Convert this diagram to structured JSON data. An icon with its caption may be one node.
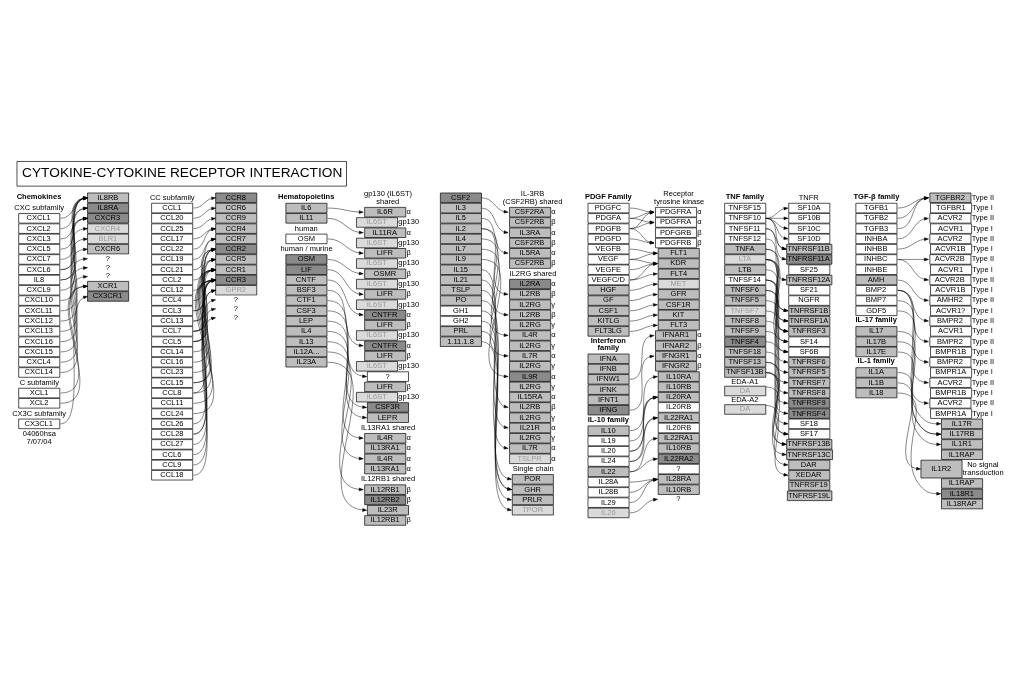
{
  "diagram": {
    "title": "CYTOKINE-CYTOKINE RECEPTOR INTERACTION",
    "nodes": [
      {
        "text": [
          "CXCL1"
        ]
      },
      {
        "text": [
          "CXCL2"
        ]
      },
      {
        "text": [
          "CXCL3"
        ]
      },
      {
        "text": [
          "CXCL5"
        ]
      },
      {
        "text": [
          "CXCL7"
        ]
      },
      {
        "text": [
          "CXCL6"
        ]
      },
      {
        "text": [
          "IL8"
        ]
      },
      {
        "text": [
          "CXCL9"
        ]
      },
      {
        "text": [
          "CXCL10"
        ]
      },
      {
        "text": [
          "CXCL11"
        ]
      },
      {
        "text": [
          "CXCL12"
        ]
      },
      {
        "text": [
          "CXCL13"
        ]
      },
      {
        "text": [
          "CXCL16"
        ]
      },
      {
        "text": [
          "CXCL15"
        ]
      },
      {
        "text": [
          "CXCL4"
        ]
      },
      {
        "text": [
          "CXCL14"
        ]
      },
      {
        "text": [
          "XCL1"
        ]
      },
      {
        "text": [
          "XCL2"
        ]
      },
      {
        "text": [
          "CX3CL1"
        ]
      },
      {
        "text": [
          "IL8RB"
        ]
      },
      {
        "text": [
          "IL8RA"
        ]
      },
      {
        "text": [
          "CXCR3"
        ]
      },
      {
        "text": [
          "CXCR4"
        ]
      },
      {
        "text": [
          "BLR1"
        ]
      },
      {
        "text": [
          "CXCR6"
        ]
      },
      {
        "text": [
          "?"
        ]
      },
      {
        "text": [
          "?"
        ]
      },
      {
        "text": [
          "?"
        ]
      },
      {
        "text": [
          "XCR1"
        ]
      },
      {
        "text": [
          "CX3CR1"
        ]
      },
      {
        "text": [
          "CCL1"
        ]
      },
      {
        "text": [
          "CCL20"
        ]
      },
      {
        "text": [
          "CCL25"
        ]
      },
      {
        "text": [
          "CCL17"
        ]
      },
      {
        "text": [
          "CCL22"
        ]
      },
      {
        "text": [
          "CCL19"
        ]
      },
      {
        "text": [
          "CCL21"
        ]
      },
      {
        "text": [
          "CCL2"
        ]
      },
      {
        "text": [
          "CCL12"
        ]
      },
      {
        "text": [
          "CCL4"
        ]
      },
      {
        "text": [
          "CCL3"
        ]
      },
      {
        "text": [
          "CCL13"
        ]
      },
      {
        "text": [
          "CCL7"
        ]
      },
      {
        "text": [
          "CCL5"
        ]
      },
      {
        "text": [
          "CCL14"
        ]
      },
      {
        "text": [
          "CCL16"
        ]
      },
      {
        "text": [
          "CCL23"
        ]
      },
      {
        "text": [
          "CCL15"
        ]
      },
      {
        "text": [
          "CCL8"
        ]
      },
      {
        "text": [
          "CCL11"
        ]
      },
      {
        "text": [
          "CCL24"
        ]
      },
      {
        "text": [
          "CCL26"
        ]
      },
      {
        "text": [
          "CCL28"
        ]
      },
      {
        "text": [
          "CCL27"
        ]
      },
      {
        "text": [
          "CCL6"
        ]
      },
      {
        "text": [
          "CCL9"
        ]
      },
      {
        "text": [
          "CCL18"
        ]
      },
      {
        "text": [
          "CCR8"
        ]
      },
      {
        "text": [
          "CCR6"
        ]
      },
      {
        "text": [
          "CCR9"
        ]
      },
      {
        "text": [
          "CCR4"
        ]
      },
      {
        "text": [
          "CCR7"
        ]
      },
      {
        "text": [
          "CCR2"
        ]
      },
      {
        "text": [
          "CCR5"
        ]
      },
      {
        "text": [
          "CCR1"
        ]
      },
      {
        "text": [
          "CCR3"
        ]
      },
      {
        "text": [
          "GPR2"
        ]
      },
      {
        "text": [
          "?"
        ]
      },
      {
        "text": [
          "?"
        ]
      },
      {
        "text": [
          "?"
        ]
      },
      {
        "text": [
          "IL6"
        ]
      },
      {
        "text": [
          "IL11"
        ]
      },
      {
        "text": [
          "OSM"
        ]
      },
      {
        "text": [
          "OSM"
        ]
      },
      {
        "text": [
          "LIF"
        ]
      },
      {
        "text": [
          "CNTF"
        ]
      },
      {
        "text": [
          "BSF3"
        ]
      },
      {
        "text": [
          "CTF1"
        ]
      },
      {
        "text": [
          "CSF3"
        ]
      },
      {
        "text": [
          "LEP"
        ]
      },
      {
        "text": [
          "IL4"
        ]
      },
      {
        "text": [
          "IL13"
        ]
      },
      {
        "text": [
          "IL12A..."
        ]
      },
      {
        "text": [
          "IL23A"
        ]
      },
      {
        "text": [
          "IL6R"
        ],
        "beside": [
          "α"
        ]
      },
      {
        "text": [
          "IL6ST"
        ],
        "beside": [
          "gp130"
        ]
      },
      {
        "text": [
          "IL11RA"
        ],
        "beside": [
          "α"
        ]
      },
      {
        "text": [
          "IL6ST"
        ],
        "beside": [
          "gp130"
        ]
      },
      {
        "text": [
          "LIFR"
        ],
        "beside": [
          "β"
        ]
      },
      {
        "text": [
          "IL6ST"
        ],
        "beside": [
          "gp130"
        ]
      },
      {
        "text": [
          "OSMR"
        ],
        "beside": [
          "β"
        ]
      },
      {
        "text": [
          "IL6ST"
        ],
        "beside": [
          "gp130"
        ]
      },
      {
        "text": [
          "LIFR"
        ],
        "beside": [
          "β"
        ]
      },
      {
        "text": [
          "IL6ST"
        ],
        "beside": [
          "gp130"
        ]
      },
      {
        "text": [
          "CNTFR"
        ],
        "beside": [
          "α"
        ]
      },
      {
        "text": [
          "LIFR"
        ],
        "beside": [
          "β"
        ]
      },
      {
        "text": [
          "IL6ST"
        ],
        "beside": [
          "gp130"
        ]
      },
      {
        "text": [
          "CNTFR"
        ],
        "beside": [
          "α"
        ]
      },
      {
        "text": [
          "LIFR"
        ],
        "beside": [
          "β"
        ]
      },
      {
        "text": [
          "IL6ST"
        ],
        "beside": [
          "gp130"
        ]
      },
      {
        "text": [
          "?"
        ]
      },
      {
        "text": [
          "LIFR"
        ],
        "beside": [
          "β"
        ]
      },
      {
        "text": [
          "IL6ST"
        ],
        "beside": [
          "gp130"
        ]
      },
      {
        "text": [
          "CSF3R"
        ]
      },
      {
        "text": [
          "LEPR"
        ]
      },
      {
        "text": [
          "IL4R"
        ],
        "beside": [
          "α"
        ]
      },
      {
        "text": [
          "IL13RA1"
        ],
        "beside": [
          "α"
        ]
      },
      {
        "text": [
          "IL4R"
        ],
        "beside": [
          "α"
        ]
      },
      {
        "text": [
          "IL13RA1"
        ],
        "beside": [
          "α"
        ]
      },
      {
        "text": [
          "IL12RB1"
        ],
        "beside": [
          "β"
        ]
      },
      {
        "text": [
          "IL12RB2"
        ],
        "beside": [
          "β"
        ]
      },
      {
        "text": [
          "IL23R"
        ]
      },
      {
        "text": [
          "IL12RB1"
        ],
        "beside": [
          "β"
        ]
      },
      {
        "text": [
          "CSF2"
        ]
      },
      {
        "text": [
          "IL3"
        ]
      },
      {
        "text": [
          "IL5"
        ]
      },
      {
        "text": [
          "IL2"
        ]
      },
      {
        "text": [
          "IL4"
        ]
      },
      {
        "text": [
          "IL7"
        ]
      },
      {
        "text": [
          "IL9"
        ]
      },
      {
        "text": [
          "IL15"
        ]
      },
      {
        "text": [
          "IL21"
        ]
      },
      {
        "text": [
          "TSLP"
        ]
      },
      {
        "text": [
          "PO"
        ]
      },
      {
        "text": [
          "GH1"
        ]
      },
      {
        "text": [
          "GH2"
        ]
      },
      {
        "text": [
          "PRL"
        ]
      },
      {
        "text": [
          "1.11.1.8"
        ]
      },
      {
        "text": [
          "CSF2RA"
        ],
        "beside": [
          "α"
        ]
      },
      {
        "text": [
          "CSF2RB"
        ],
        "beside": [
          "β"
        ]
      },
      {
        "text": [
          "IL3RA"
        ],
        "beside": [
          "α"
        ]
      },
      {
        "text": [
          "CSF2RB"
        ],
        "beside": [
          "β"
        ]
      },
      {
        "text": [
          "IL5RA"
        ],
        "beside": [
          "α"
        ]
      },
      {
        "text": [
          "CSF2RB"
        ],
        "beside": [
          "β"
        ]
      },
      {
        "text": [
          "IL2RA"
        ],
        "beside": [
          "α"
        ]
      },
      {
        "text": [
          "IL2RB"
        ],
        "beside": [
          "β"
        ]
      },
      {
        "text": [
          "IL2RG"
        ],
        "beside": [
          "γ"
        ]
      },
      {
        "text": [
          "IL2RB"
        ],
        "beside": [
          "β"
        ]
      },
      {
        "text": [
          "IL2RG"
        ],
        "beside": [
          "γ"
        ]
      },
      {
        "text": [
          "IL4R"
        ],
        "beside": [
          "α"
        ]
      },
      {
        "text": [
          "IL2RG"
        ],
        "beside": [
          "γ"
        ]
      },
      {
        "text": [
          "IL7R"
        ],
        "beside": [
          "α"
        ]
      },
      {
        "text": [
          "IL2RG"
        ],
        "beside": [
          "γ"
        ]
      },
      {
        "text": [
          "IL9R"
        ],
        "beside": [
          "α"
        ]
      },
      {
        "text": [
          "IL2RG"
        ],
        "beside": [
          "γ"
        ]
      },
      {
        "text": [
          "IL15RA"
        ],
        "beside": [
          "α"
        ]
      },
      {
        "text": [
          "IL2RB"
        ],
        "beside": [
          "β"
        ]
      },
      {
        "text": [
          "IL2RG"
        ],
        "beside": [
          "γ"
        ]
      },
      {
        "text": [
          "IL21R"
        ],
        "beside": [
          "α"
        ]
      },
      {
        "text": [
          "IL2RG"
        ],
        "beside": [
          "γ"
        ]
      },
      {
        "text": [
          "IL7R"
        ],
        "beside": [
          "α"
        ]
      },
      {
        "text": [
          "TSLPR"
        ],
        "beside": [
          "α"
        ]
      },
      {
        "text": [
          "POR"
        ]
      },
      {
        "text": [
          "GHR"
        ]
      },
      {
        "text": [
          "PRLR"
        ]
      },
      {
        "text": [
          "TPOR"
        ]
      },
      {
        "text": [
          "PDGFC"
        ]
      },
      {
        "text": [
          "PDGFA"
        ]
      },
      {
        "text": [
          "PDGFB"
        ]
      },
      {
        "text": [
          "PDGFD"
        ]
      },
      {
        "text": [
          "VEGFB"
        ]
      },
      {
        "text": [
          "VEGF"
        ]
      },
      {
        "text": [
          "VEGFE"
        ]
      },
      {
        "text": [
          "VEGFC/D"
        ]
      },
      {
        "text": [
          "HGF"
        ]
      },
      {
        "text": [
          "GF"
        ]
      },
      {
        "text": [
          "CSF1"
        ]
      },
      {
        "text": [
          "KITLG"
        ]
      },
      {
        "text": [
          "FLT3LG"
        ]
      },
      {
        "text": [
          "IFNA"
        ]
      },
      {
        "text": [
          "IFNB"
        ]
      },
      {
        "text": [
          "IFNW1"
        ]
      },
      {
        "text": [
          "IFNK"
        ]
      },
      {
        "text": [
          "IFNT1"
        ]
      },
      {
        "text": [
          "IFNG"
        ]
      },
      {
        "text": [
          "IL10"
        ]
      },
      {
        "text": [
          "IL19"
        ]
      },
      {
        "text": [
          "IL20"
        ]
      },
      {
        "text": [
          "IL24"
        ]
      },
      {
        "text": [
          "IL22"
        ]
      },
      {
        "text": [
          "IL28A"
        ]
      },
      {
        "text": [
          "IL28B"
        ]
      },
      {
        "text": [
          "IL29"
        ]
      },
      {
        "text": [
          "IL26"
        ]
      },
      {
        "text": [
          "PDGFRA"
        ],
        "beside": [
          "α"
        ]
      },
      {
        "text": [
          "PDGFRA"
        ],
        "beside": [
          "α"
        ]
      },
      {
        "text": [
          "PDFGRB"
        ],
        "beside": [
          "β"
        ]
      },
      {
        "text": [
          "PDGFRB"
        ],
        "beside": [
          "β"
        ]
      },
      {
        "text": [
          "FLT1"
        ]
      },
      {
        "text": [
          "KDR"
        ]
      },
      {
        "text": [
          "FLT4"
        ]
      },
      {
        "text": [
          "MET"
        ]
      },
      {
        "text": [
          "GFR"
        ]
      },
      {
        "text": [
          "CSF1R"
        ]
      },
      {
        "text": [
          "KIT"
        ]
      },
      {
        "text": [
          "FLT3"
        ]
      },
      {
        "text": [
          "IFNAR1"
        ],
        "beside": [
          "α"
        ]
      },
      {
        "text": [
          "IFNAR2"
        ],
        "beside": [
          "β"
        ]
      },
      {
        "text": [
          "IFNGR1"
        ],
        "beside": [
          "α"
        ]
      },
      {
        "text": [
          "IFNGR2"
        ],
        "beside": [
          "β"
        ]
      },
      {
        "text": [
          "IL10RA"
        ]
      },
      {
        "text": [
          "IL10RB"
        ]
      },
      {
        "text": [
          "IL20RA"
        ]
      },
      {
        "text": [
          "IL20RB"
        ]
      },
      {
        "text": [
          "IL22RA1"
        ]
      },
      {
        "text": [
          "IL20RB"
        ]
      },
      {
        "text": [
          "IL22RA1"
        ]
      },
      {
        "text": [
          "IL10RB"
        ]
      },
      {
        "text": [
          "IL22RA2"
        ]
      },
      {
        "text": [
          "?"
        ]
      },
      {
        "text": [
          "IL28RA"
        ]
      },
      {
        "text": [
          "IL10RB"
        ]
      },
      {
        "text": [
          "?"
        ]
      },
      {
        "text": [
          "TNFSF15"
        ]
      },
      {
        "text": [
          "TNFSF10"
        ]
      },
      {
        "text": [
          "TNFSF11"
        ]
      },
      {
        "text": [
          "TNFSF12"
        ]
      },
      {
        "text": [
          "TNFA"
        ]
      },
      {
        "text": [
          "LTA"
        ]
      },
      {
        "text": [
          "LTB"
        ]
      },
      {
        "text": [
          "TNFSF14"
        ]
      },
      {
        "text": [
          "TNFSF6"
        ]
      },
      {
        "text": [
          "TNFSF5"
        ]
      },
      {
        "text": [
          "TNFSF7"
        ]
      },
      {
        "text": [
          "TNFSF8"
        ]
      },
      {
        "text": [
          "TNFSF9"
        ]
      },
      {
        "text": [
          "TNFSF4"
        ]
      },
      {
        "text": [
          "TNFSF18"
        ]
      },
      {
        "text": [
          "TNFSF13"
        ]
      },
      {
        "text": [
          "TNFSF13B"
        ]
      },
      {
        "text": [
          "DA"
        ],
        "beside": [
          "EDA-A1"
        ]
      },
      {
        "text": [
          "DA"
        ],
        "beside": [
          "EDA-A2"
        ]
      },
      {
        "text": [
          "SF10A"
        ]
      },
      {
        "text": [
          "SF10B"
        ]
      },
      {
        "text": [
          "SF10C"
        ]
      },
      {
        "text": [
          "SF10D"
        ]
      },
      {
        "text": [
          "TNFRSF11B"
        ]
      },
      {
        "text": [
          "TNFRSF11A"
        ]
      },
      {
        "text": [
          "SF25"
        ]
      },
      {
        "text": [
          "TNFRSF12A"
        ]
      },
      {
        "text": [
          "SF21"
        ]
      },
      {
        "text": [
          "NGFR"
        ]
      },
      {
        "text": [
          "TNFRSF1B"
        ]
      },
      {
        "text": [
          "TNFRSF1A"
        ]
      },
      {
        "text": [
          "TNFRSF3"
        ]
      },
      {
        "text": [
          "SF14"
        ]
      },
      {
        "text": [
          "SF6B"
        ]
      },
      {
        "text": [
          "TNFRSF6"
        ]
      },
      {
        "text": [
          "TNFRSF5"
        ]
      },
      {
        "text": [
          "TNFRSF7"
        ]
      },
      {
        "text": [
          "TNFRSF8"
        ]
      },
      {
        "text": [
          "TNFRSF9"
        ]
      },
      {
        "text": [
          "TNFRSF4"
        ]
      },
      {
        "text": [
          "SF18"
        ]
      },
      {
        "text": [
          "SF17"
        ]
      },
      {
        "text": [
          "TNFRSF13B"
        ]
      },
      {
        "text": [
          "TNFRSF13C"
        ]
      },
      {
        "text": [
          "DAR"
        ]
      },
      {
        "text": [
          "XEDAR"
        ]
      },
      {
        "text": [
          "TNFRSF19"
        ]
      },
      {
        "text": [
          "TNFRSF19L"
        ]
      },
      {
        "text": [
          "TGFB1"
        ]
      },
      {
        "text": [
          "TGFB2"
        ]
      },
      {
        "text": [
          "TGFB3"
        ]
      },
      {
        "text": [
          "INHBA"
        ]
      },
      {
        "text": [
          "INHBB"
        ]
      },
      {
        "text": [
          "INHBC"
        ]
      },
      {
        "text": [
          "INHBE"
        ]
      },
      {
        "text": [
          "AMH"
        ]
      },
      {
        "text": [
          "BMP2"
        ]
      },
      {
        "text": [
          "BMP7"
        ]
      },
      {
        "text": [
          "GDF5"
        ]
      },
      {
        "text": [
          "IL17"
        ]
      },
      {
        "text": [
          "IL17B"
        ]
      },
      {
        "text": [
          "IL17E"
        ]
      },
      {
        "text": [
          "IL1A"
        ]
      },
      {
        "text": [
          "IL1B"
        ]
      },
      {
        "text": [
          "IL18"
        ]
      },
      {
        "text": [
          "TGFBR2"
        ],
        "beside": [
          "Type II"
        ]
      },
      {
        "text": [
          "TGFBR1"
        ],
        "beside": [
          "Type I"
        ]
      },
      {
        "text": [
          "ACVR2"
        ],
        "beside": [
          "Type II"
        ]
      },
      {
        "text": [
          "ACVR1"
        ],
        "beside": [
          "Type I"
        ]
      },
      {
        "text": [
          "ACVR2"
        ],
        "beside": [
          "Type II"
        ]
      },
      {
        "text": [
          "ACVR1B"
        ],
        "beside": [
          "Type I"
        ]
      },
      {
        "text": [
          "ACVR2B"
        ],
        "beside": [
          "Type II"
        ]
      },
      {
        "text": [
          "ACVR1"
        ],
        "beside": [
          "Type I"
        ]
      },
      {
        "text": [
          "ACVR2B"
        ],
        "beside": [
          "Type II"
        ]
      },
      {
        "text": [
          "ACVR1B"
        ],
        "beside": [
          "Type I"
        ]
      },
      {
        "text": [
          "AMHR2"
        ],
        "beside": [
          "Type II"
        ]
      },
      {
        "text": [
          "ACVR1?"
        ],
        "beside": [
          "Type I"
        ]
      },
      {
        "text": [
          "BMPR2"
        ],
        "beside": [
          "Type II"
        ]
      },
      {
        "text": [
          "ACVR1"
        ],
        "beside": [
          "Type I"
        ]
      },
      {
        "text": [
          "BMPR2"
        ],
        "beside": [
          "Type II"
        ]
      },
      {
        "text": [
          "BMPR1B"
        ],
        "beside": [
          "Type I"
        ]
      },
      {
        "text": [
          "BMPR2"
        ],
        "beside": [
          "Type II"
        ]
      },
      {
        "text": [
          "BMPR1A"
        ],
        "beside": [
          "Type I"
        ]
      },
      {
        "text": [
          "ACVR2"
        ],
        "beside": [
          "Type II"
        ]
      },
      {
        "text": [
          "BMPR1B"
        ],
        "beside": [
          "Type I"
        ]
      },
      {
        "text": [
          "ACVR2"
        ],
        "beside": [
          "Type II"
        ]
      },
      {
        "text": [
          "BMPR1A"
        ],
        "beside": [
          "Type I"
        ]
      },
      {
        "text": [
          "IL17R"
        ]
      },
      {
        "text": [
          "IL17RB"
        ]
      },
      {
        "text": [
          "IL1R1"
        ]
      },
      {
        "text": [
          "IL1RAP"
        ]
      },
      {
        "text": [
          "IL1R2"
        ],
        "beside": [
          "No signal transduction"
        ]
      },
      {
        "text": [
          "IL1RAP"
        ]
      },
      {
        "text": [
          "IL18R1"
        ]
      },
      {
        "text": [
          "IL18RAP"
        ]
      }
    ],
    "edges": [
      {
        "from": 0,
        "to": 19,
        "arrow": "to"
      },
      {
        "from": 1,
        "to": 19,
        "arrow": "to"
      },
      {
        "from": 2,
        "to": 19,
        "arrow": "to"
      },
      {
        "from": 3,
        "to": 19,
        "arrow": "to"
      },
      {
        "from": 4,
        "to": 19,
        "arrow": "to"
      },
      {
        "from": 5,
        "to": 19,
        "arrow": "to"
      },
      {
        "from": 6,
        "to": 19,
        "arrow": "to"
      },
      {
        "from": 5,
        "to": 20,
        "arrow": "to"
      },
      {
        "from": 6,
        "to": 20,
        "arrow": "to"
      },
      {
        "from": 7,
        "to": 21,
        "arrow": "to"
      },
      {
        "from": 8,
        "to": 21,
        "arrow": "to"
      },
      {
        "from": 9,
        "to": 21,
        "arrow": "to"
      },
      {
        "from": 10,
        "to": 22,
        "arrow": "to"
      },
      {
        "from": 11,
        "to": 23,
        "arrow": "to"
      },
      {
        "from": 12,
        "to": 24,
        "arrow": "to"
      },
      {
        "from": 13,
        "to": 25,
        "arrow": "to"
      },
      {
        "from": 14,
        "to": 26,
        "arrow": "to"
      },
      {
        "from": 15,
        "to": 27,
        "arrow": "to"
      },
      {
        "from": 16,
        "to": 28,
        "arrow": "to"
      },
      {
        "from": 17,
        "to": 28,
        "arrow": "to"
      },
      {
        "from": 18,
        "to": 29,
        "arrow": "to"
      },
      {
        "from": 30,
        "to": 57,
        "arrow": "to"
      },
      {
        "from": 31,
        "to": 58,
        "arrow": "to"
      },
      {
        "from": 32,
        "to": 59,
        "arrow": "to"
      },
      {
        "from": 33,
        "to": 60,
        "arrow": "to"
      },
      {
        "from": 34,
        "to": 60,
        "arrow": "to"
      },
      {
        "from": 35,
        "to": 61,
        "arrow": "to"
      },
      {
        "from": 36,
        "to": 61,
        "arrow": "to"
      },
      {
        "from": 37,
        "to": 62,
        "arrow": "to"
      },
      {
        "from": 38,
        "to": 62,
        "arrow": "to"
      },
      {
        "from": 41,
        "to": 62,
        "arrow": "to"
      },
      {
        "from": 42,
        "to": 62,
        "arrow": "to"
      },
      {
        "from": 48,
        "to": 62,
        "arrow": "to"
      },
      {
        "from": 39,
        "to": 63,
        "arrow": "to"
      },
      {
        "from": 40,
        "to": 63,
        "arrow": "to"
      },
      {
        "from": 43,
        "to": 63,
        "arrow": "to"
      },
      {
        "from": 40,
        "to": 64,
        "arrow": "to"
      },
      {
        "from": 42,
        "to": 64,
        "arrow": "to"
      },
      {
        "from": 43,
        "to": 64,
        "arrow": "to"
      },
      {
        "from": 44,
        "to": 64,
        "arrow": "to"
      },
      {
        "from": 45,
        "to": 64,
        "arrow": "to"
      },
      {
        "from": 46,
        "to": 64,
        "arrow": "to"
      },
      {
        "from": 47,
        "to": 64,
        "arrow": "to"
      },
      {
        "from": 41,
        "to": 65,
        "arrow": "to"
      },
      {
        "from": 42,
        "to": 65,
        "arrow": "to"
      },
      {
        "from": 43,
        "to": 65,
        "arrow": "to"
      },
      {
        "from": 47,
        "to": 65,
        "arrow": "to"
      },
      {
        "from": 48,
        "to": 65,
        "arrow": "to"
      },
      {
        "from": 49,
        "to": 65,
        "arrow": "to"
      },
      {
        "from": 50,
        "to": 65,
        "arrow": "to"
      },
      {
        "from": 51,
        "to": 65,
        "arrow": "to"
      },
      {
        "from": 52,
        "to": 65,
        "arrow": "to"
      },
      {
        "from": 52,
        "to": 66,
        "arrow": "to"
      },
      {
        "from": 53,
        "to": 66,
        "arrow": "to"
      },
      {
        "from": 54,
        "to": 67,
        "arrow": "to"
      },
      {
        "from": 55,
        "to": 68,
        "arrow": "to"
      },
      {
        "from": 56,
        "to": 69,
        "arrow": "to"
      },
      {
        "from": 70,
        "to": 84,
        "arrow": "to"
      },
      {
        "from": 71,
        "to": 86,
        "arrow": "to"
      },
      {
        "from": 72,
        "to": 88,
        "arrow": "to"
      },
      {
        "from": 73,
        "to": 90,
        "arrow": "to"
      },
      {
        "from": 74,
        "to": 92,
        "arrow": "to"
      },
      {
        "from": 75,
        "to": 94,
        "arrow": "to"
      },
      {
        "from": 76,
        "to": 97,
        "arrow": "to"
      },
      {
        "from": 77,
        "to": 100,
        "arrow": "to"
      },
      {
        "from": 78,
        "to": 103,
        "arrow": "to"
      },
      {
        "from": 79,
        "to": 104,
        "arrow": "to"
      },
      {
        "from": 80,
        "to": 105,
        "arrow": "to"
      },
      {
        "from": 81,
        "to": 107,
        "arrow": "to"
      },
      {
        "from": 82,
        "to": 109,
        "arrow": "to"
      },
      {
        "from": 83,
        "to": 111,
        "arrow": "to"
      },
      {
        "from": 113,
        "to": 128,
        "arrow": "to"
      },
      {
        "from": 114,
        "to": 130,
        "arrow": "to"
      },
      {
        "from": 115,
        "to": 132,
        "arrow": "to"
      },
      {
        "from": 116,
        "to": 135,
        "arrow": "to"
      },
      {
        "from": 116,
        "to": 137,
        "arrow": "to"
      },
      {
        "from": 117,
        "to": 139,
        "arrow": "to"
      },
      {
        "from": 118,
        "to": 141,
        "arrow": "to"
      },
      {
        "from": 119,
        "to": 143,
        "arrow": "to"
      },
      {
        "from": 120,
        "to": 146,
        "arrow": "to"
      },
      {
        "from": 121,
        "to": 148,
        "arrow": "to"
      },
      {
        "from": 122,
        "to": 150,
        "arrow": "to"
      },
      {
        "from": 123,
        "to": 152,
        "arrow": "to"
      },
      {
        "from": 124,
        "to": 153,
        "arrow": "to"
      },
      {
        "from": 125,
        "to": 153,
        "arrow": "to"
      },
      {
        "from": 126,
        "to": 154,
        "arrow": "to"
      },
      {
        "from": 127,
        "to": 155,
        "arrow": "to"
      },
      {
        "from": 156,
        "to": 184,
        "arrow": "to"
      },
      {
        "from": 157,
        "to": 184,
        "arrow": "to"
      },
      {
        "from": 157,
        "to": 185,
        "arrow": "to"
      },
      {
        "from": 158,
        "to": 184,
        "arrow": "to"
      },
      {
        "from": 158,
        "to": 185,
        "arrow": "to"
      },
      {
        "from": 158,
        "to": 187,
        "arrow": "to"
      },
      {
        "from": 159,
        "to": 187,
        "arrow": "to"
      },
      {
        "from": 160,
        "to": 188,
        "arrow": "to"
      },
      {
        "from": 161,
        "to": 188,
        "arrow": "to"
      },
      {
        "from": 161,
        "to": 189,
        "arrow": "to"
      },
      {
        "from": 162,
        "to": 189,
        "arrow": "to"
      },
      {
        "from": 163,
        "to": 189,
        "arrow": "to"
      },
      {
        "from": 163,
        "to": 190,
        "arrow": "to"
      },
      {
        "from": 164,
        "to": 191,
        "arrow": "to"
      },
      {
        "from": 165,
        "to": 192,
        "arrow": "to"
      },
      {
        "from": 166,
        "to": 193,
        "arrow": "to"
      },
      {
        "from": 167,
        "to": 194,
        "arrow": "to"
      },
      {
        "from": 168,
        "to": 195,
        "arrow": "to"
      },
      {
        "from": 171,
        "to": 196,
        "arrow": "to"
      },
      {
        "from": 174,
        "to": 198,
        "arrow": "to"
      },
      {
        "from": 175,
        "to": 200,
        "arrow": "to"
      },
      {
        "from": 176,
        "to": 202,
        "arrow": "to"
      },
      {
        "from": 177,
        "to": 202,
        "arrow": "to"
      },
      {
        "from": 177,
        "to": 204,
        "arrow": "to"
      },
      {
        "from": 178,
        "to": 202,
        "arrow": "to"
      },
      {
        "from": 178,
        "to": 204,
        "arrow": "to"
      },
      {
        "from": 179,
        "to": 206,
        "arrow": "to"
      },
      {
        "from": 179,
        "to": 208,
        "arrow": "to"
      },
      {
        "from": 180,
        "to": 210,
        "arrow": "to"
      },
      {
        "from": 181,
        "to": 210,
        "arrow": "to"
      },
      {
        "from": 182,
        "to": 210,
        "arrow": "to"
      },
      {
        "from": 183,
        "to": 212,
        "arrow": "to"
      },
      {
        "from": 214,
        "to": 232,
        "arrow": "to"
      },
      {
        "from": 214,
        "to": 233,
        "arrow": "to"
      },
      {
        "from": 214,
        "to": 234,
        "arrow": "to"
      },
      {
        "from": 214,
        "to": 235,
        "arrow": "to"
      },
      {
        "from": 214,
        "to": 236,
        "arrow": "to"
      },
      {
        "from": 215,
        "to": 236,
        "arrow": "to"
      },
      {
        "from": 215,
        "to": 237,
        "arrow": "to"
      },
      {
        "from": 216,
        "to": 239,
        "arrow": "to"
      },
      {
        "from": 217,
        "to": 242,
        "arrow": "to"
      },
      {
        "from": 217,
        "to": 243,
        "arrow": "to"
      },
      {
        "from": 218,
        "to": 242,
        "arrow": "to"
      },
      {
        "from": 218,
        "to": 243,
        "arrow": "to"
      },
      {
        "from": 218,
        "to": 244,
        "arrow": "to"
      },
      {
        "from": 218,
        "to": 245,
        "arrow": "to"
      },
      {
        "from": 219,
        "to": 244,
        "arrow": "to"
      },
      {
        "from": 220,
        "to": 244,
        "arrow": "to"
      },
      {
        "from": 220,
        "to": 245,
        "arrow": "to"
      },
      {
        "from": 220,
        "to": 246,
        "arrow": "to"
      },
      {
        "from": 221,
        "to": 246,
        "arrow": "to"
      },
      {
        "from": 221,
        "to": 247,
        "arrow": "to"
      },
      {
        "from": 222,
        "to": 248,
        "arrow": "to"
      },
      {
        "from": 223,
        "to": 249,
        "arrow": "to"
      },
      {
        "from": 224,
        "to": 250,
        "arrow": "to"
      },
      {
        "from": 225,
        "to": 251,
        "arrow": "to"
      },
      {
        "from": 226,
        "to": 252,
        "arrow": "to"
      },
      {
        "from": 227,
        "to": 253,
        "arrow": "to"
      },
      {
        "from": 228,
        "to": 254,
        "arrow": "to"
      },
      {
        "from": 228,
        "to": 255,
        "arrow": "to"
      },
      {
        "from": 229,
        "to": 254,
        "arrow": "to"
      },
      {
        "from": 229,
        "to": 255,
        "arrow": "to"
      },
      {
        "from": 229,
        "to": 256,
        "arrow": "to"
      },
      {
        "from": 230,
        "to": 257,
        "arrow": "to"
      },
      {
        "from": 231,
        "to": 258,
        "arrow": "to"
      },
      {
        "from": 261,
        "to": 278,
        "arrow": "to"
      },
      {
        "from": 262,
        "to": 278,
        "arrow": "to"
      },
      {
        "from": 263,
        "to": 278,
        "arrow": "to"
      },
      {
        "from": 264,
        "to": 280,
        "arrow": "to"
      },
      {
        "from": 265,
        "to": 282,
        "arrow": "to"
      },
      {
        "from": 266,
        "to": 284,
        "arrow": "to"
      },
      {
        "from": 266,
        "to": 286,
        "arrow": "to"
      },
      {
        "from": 268,
        "to": 288,
        "arrow": "to"
      },
      {
        "from": 269,
        "to": 290,
        "arrow": "to"
      },
      {
        "from": 269,
        "to": 292,
        "arrow": "to"
      },
      {
        "from": 269,
        "to": 294,
        "arrow": "to"
      },
      {
        "from": 270,
        "to": 296,
        "arrow": "to"
      },
      {
        "from": 271,
        "to": 298,
        "arrow": "to"
      },
      {
        "from": 272,
        "to": 300,
        "arrow": "to"
      },
      {
        "from": 273,
        "to": 301,
        "arrow": "to"
      },
      {
        "from": 274,
        "to": 301,
        "arrow": "to"
      },
      {
        "from": 275,
        "to": 302,
        "arrow": "to"
      },
      {
        "from": 276,
        "to": 304,
        "arrow": "to"
      },
      {
        "from": 277,
        "to": 306,
        "arrow": "to"
      }
    ],
    "labels": [
      "Chemokines",
      "CXC subfamily",
      "CC subfamily",
      "C subfamily",
      "CX3C subfamily",
      "Hematopoietins",
      "gp130 (IL6ST) shared",
      "human",
      "human / murine",
      "IL-3RB (CSF2RB) shared",
      "IL2RG shared",
      "IL13RA1 shared",
      "IL12RB1 shared",
      "Single chain",
      "PDGF Family",
      "Receptor tyrosine kinase",
      "Interferon family",
      "IL-10 family",
      "TNF family",
      "TNFR",
      "TGF-β family",
      "IL-17 family",
      "IL-1 family",
      "04060hsa 7/07/04"
    ]
  }
}
